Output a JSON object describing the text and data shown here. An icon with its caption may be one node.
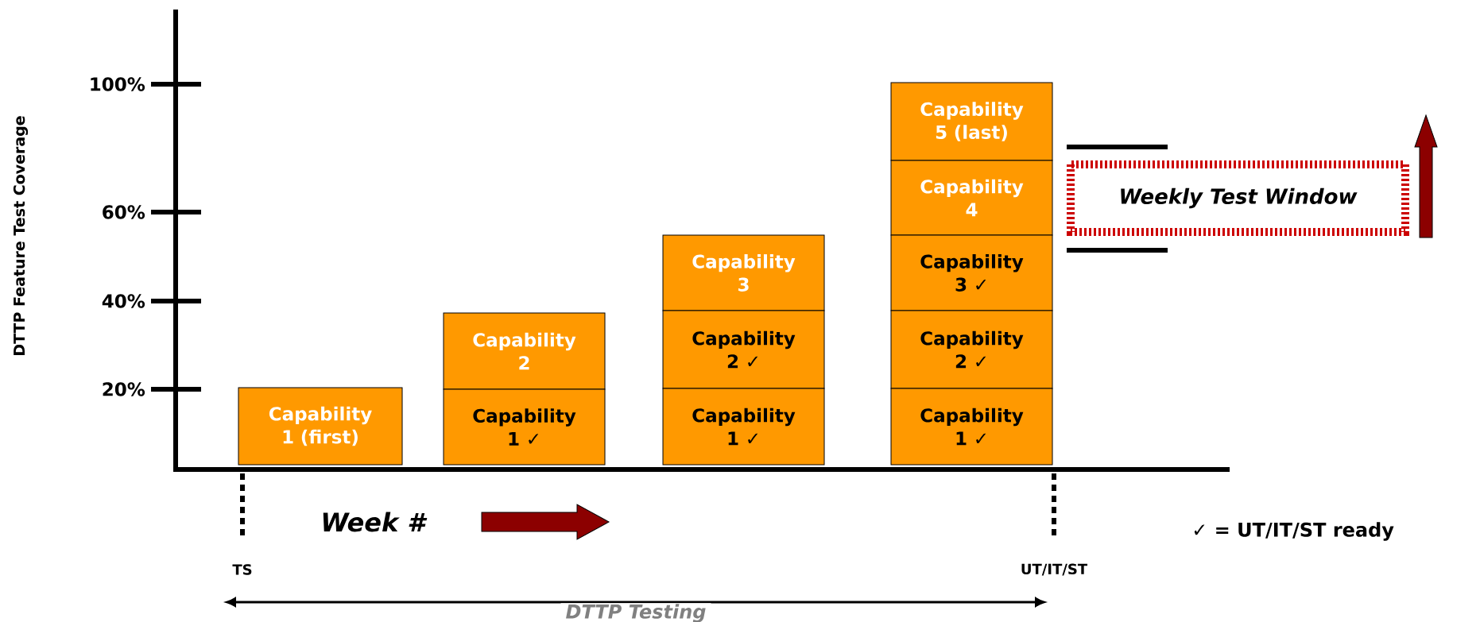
{
  "diagram": {
    "nodes": [
      {
        "text": [
          "Capability 1 (first)"
        ]
      },
      {
        "text": [
          "Capability 2"
        ]
      },
      {
        "text": [
          "Capability 1 ✓"
        ]
      },
      {
        "text": [
          "Capability 3"
        ]
      },
      {
        "text": [
          "Capability 2 ✓"
        ]
      },
      {
        "text": [
          "Capability 1 ✓"
        ]
      },
      {
        "text": [
          "Capability 5 (last)"
        ]
      },
      {
        "text": [
          "Capability 4"
        ]
      },
      {
        "text": [
          "Capability 3 ✓"
        ]
      },
      {
        "text": [
          "Capability 2 ✓"
        ]
      },
      {
        "text": [
          "Capability 1 ✓"
        ]
      },
      {
        "text": [
          "Weekly Test Window"
        ]
      }
    ],
    "labels": [
      "DTTP Feature Test Coverage",
      "100%",
      "60%",
      "40%",
      "20%",
      "Week #",
      "✓ = UT/IT/ST ready",
      "TS",
      "UT/IT/ST",
      "DTTP Testing"
    ]
  }
}
